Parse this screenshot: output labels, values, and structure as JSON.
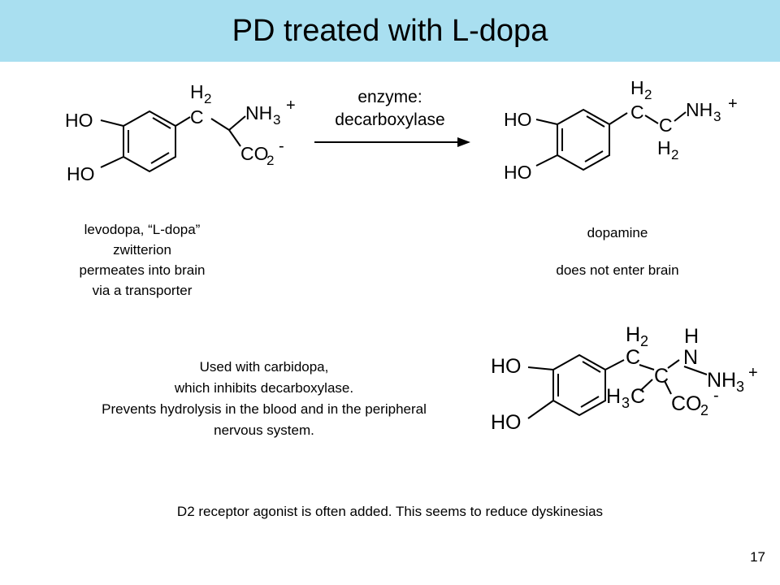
{
  "slide": {
    "title": "PD treated with L-dopa",
    "page_number": "17"
  },
  "reaction": {
    "enzyme_label": "enzyme:",
    "enzyme_name": "decarboxylase"
  },
  "levodopa": {
    "line1": "levodopa, “L-dopa”",
    "line2": "zwitterion",
    "line3": "permeates into brain",
    "line4": "via a transporter"
  },
  "dopamine": {
    "name": "dopamine",
    "note": "does not enter brain"
  },
  "carbidopa": {
    "line1": "Used with carbidopa,",
    "line2": "which inhibits decarboxylase.",
    "line3": "Prevents hydrolysis in the blood and in the peripheral",
    "line4": "nervous system."
  },
  "footer_note": "D2 receptor agonist is often added. This seems to reduce dyskinesias",
  "atoms": {
    "ho": "HO",
    "h": "H",
    "c": "C",
    "n": "N",
    "nh": "NH",
    "co": "CO",
    "sub2": "2",
    "sub3": "3",
    "plus": "+",
    "minus": "-"
  }
}
